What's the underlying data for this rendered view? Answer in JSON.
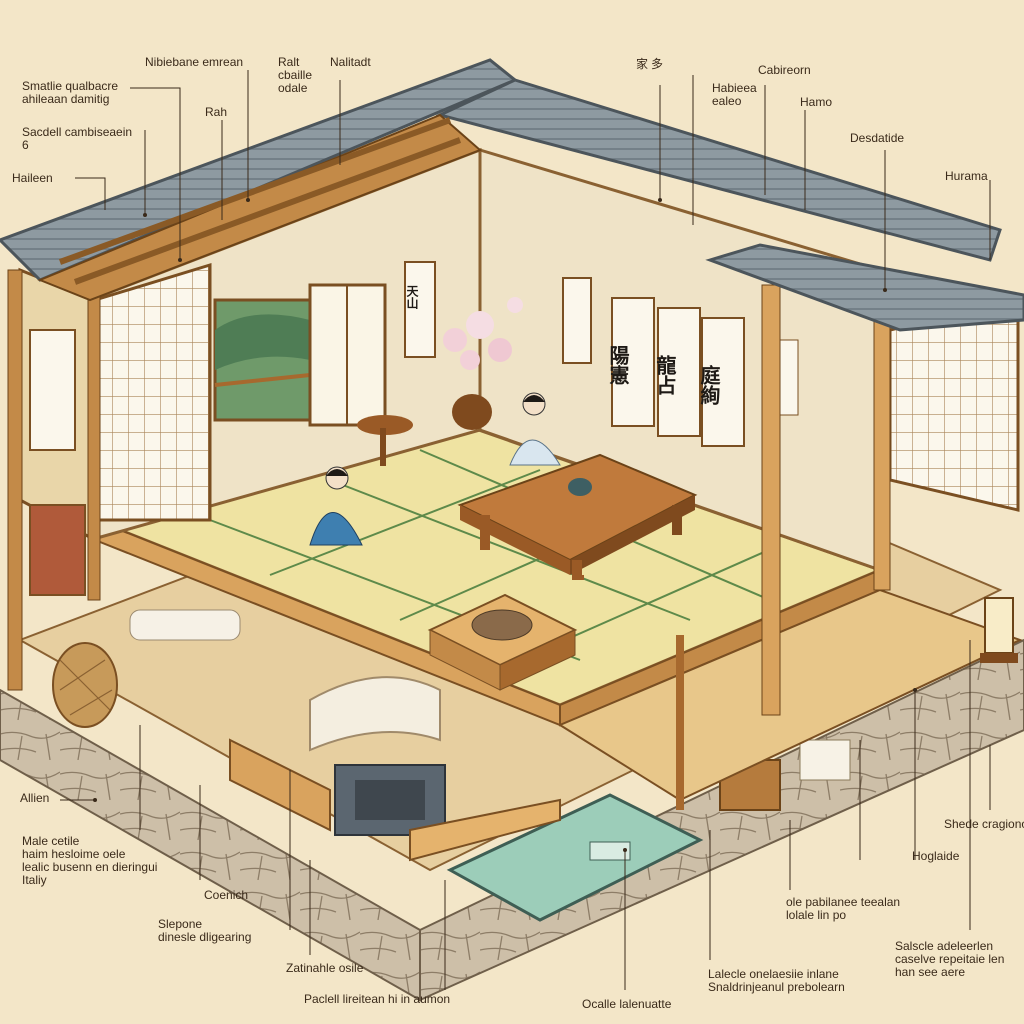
{
  "callouts": {
    "top_left_1": "Smatlie qualbacre\nahileaan damitig",
    "top_left_2": "Sacdell cambiseaein\n6",
    "top_left_3": "Haileen",
    "top_center_1": "Nibiebane emrean",
    "top_center_2": "Ralt\ncbaille\nodale",
    "top_center_3": "Nalitadt",
    "top_center_4": "Rah",
    "top_right_1": "Habieea\nealeo",
    "top_right_2": "Cabireorn",
    "top_right_3": "Hamo",
    "top_right_4": "Desdatide",
    "top_right_5": "Hurama",
    "left_mid": "Allien",
    "bottom_left_1": "Male cetile\nhaim hesloime oele\nlealic busenn en dieringui\nItaliy",
    "bottom_left_2": "Coenich",
    "bottom_left_3": "Slepone\ndinesle dligearing",
    "bottom_center_1": "Zatinahle osile",
    "bottom_center_2": "Paclell lireitean hi in aumon",
    "bottom_center_3": "Ocalle lalenuatte",
    "bottom_right_1": "Lalecle onelaesiie inlane\nSnaldrinjeanul prebolearn",
    "bottom_right_2": "ole pabilanee teealan\nlolale lin po",
    "bottom_right_3": "Hoglaide",
    "bottom_right_4": "Shede cragiono",
    "bottom_right_5": "Salscle adeleerlen\ncaselve repeitaie len\nhan see aere"
  },
  "calligraphy": {
    "banner_1": "陽憲",
    "banner_2": "龍占",
    "banner_3": "庭絢",
    "scroll_small": "天山",
    "top_mark": "家 多"
  },
  "colors": {
    "paper": "#f3e6c8",
    "wood": "#d9a35e",
    "wood_dark": "#a7692e",
    "roof": "#8e9aa1",
    "tatami": "#efe3a2",
    "tatami_border": "#5e8a4a",
    "stone": "#cdbfa8",
    "water": "#9ccdb9",
    "ink": "#3a2a1a"
  },
  "icons": {
    "kimono_figure_front": "seated-kimono-figure-blue",
    "kimono_figure_back": "seated-kimono-figure-white",
    "flower_vase": "cherry-blossom-vase",
    "lantern": "andon-lantern"
  }
}
